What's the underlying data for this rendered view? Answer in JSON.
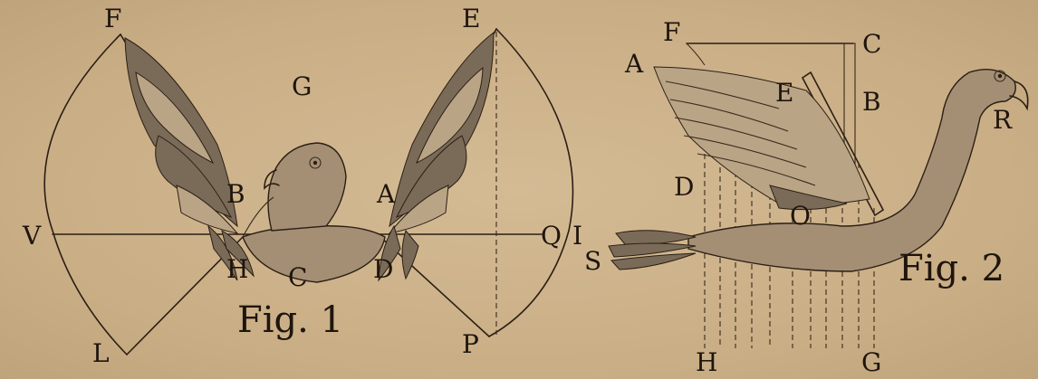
{
  "figure1": {
    "caption": "Fig. 1",
    "labels": {
      "F": "F",
      "E": "E",
      "G": "G",
      "B": "B",
      "A": "A",
      "V": "V",
      "Q": "Q",
      "I": "I",
      "H": "H",
      "C": "C",
      "D": "D",
      "L": "L",
      "P": "P"
    }
  },
  "figure2": {
    "caption": "Fig. 2",
    "labels": {
      "F": "F",
      "C": "C",
      "A": "A",
      "E": "E",
      "B": "B",
      "R": "R",
      "D": "D",
      "O": "O",
      "S": "S",
      "H": "H",
      "G": "G"
    }
  }
}
